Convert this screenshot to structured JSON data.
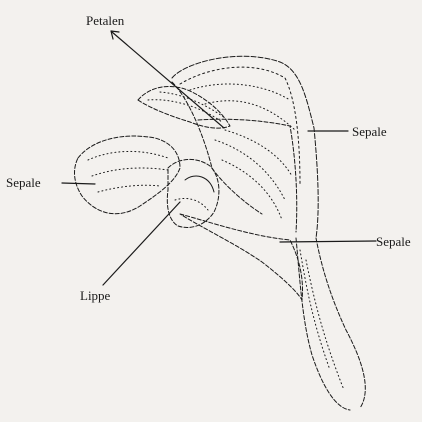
{
  "figure": {
    "colors": {
      "background": "#f3f1ee",
      "ink": "#1a1a1a"
    },
    "labels": {
      "petalen": "Petalen",
      "sepale_left": "Sepale",
      "sepale_top_right": "Sepale",
      "sepale_bottom_right": "Sepale",
      "lippe": "Lippe"
    }
  }
}
